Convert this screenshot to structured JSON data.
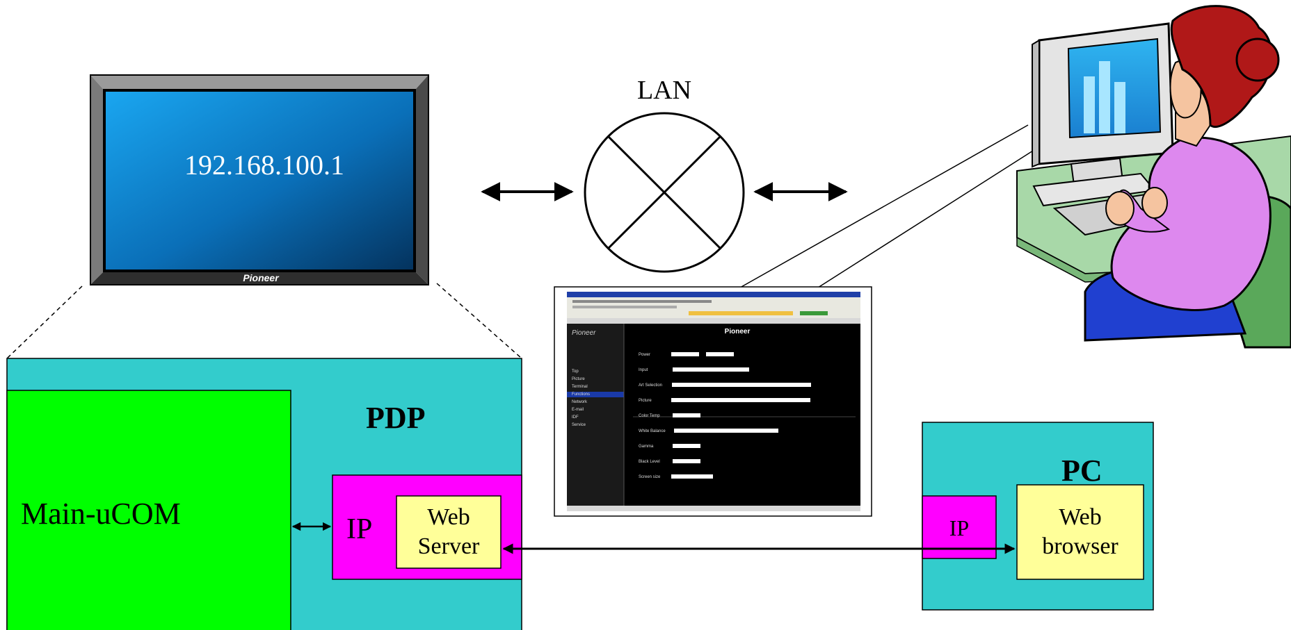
{
  "tv": {
    "ip_address": "192.168.100.1",
    "brand": "Pioneer"
  },
  "lan": {
    "label": "LAN"
  },
  "pdp": {
    "label": "PDP",
    "main_ucom": "Main-uCOM",
    "ip": "IP",
    "web_server_line1": "Web",
    "web_server_line2": "Server"
  },
  "pc": {
    "label": "PC",
    "ip": "IP",
    "web_browser_line1": "Web",
    "web_browser_line2": "browser"
  },
  "screenshot": {
    "title": "Pioneer",
    "rows": [
      "Power",
      "Input",
      "Art Selection",
      "Picture",
      "Color Temp",
      "White Balance",
      "Gamma",
      "Black Level",
      "Screen size"
    ],
    "menu": [
      "Top",
      "Picture",
      "Terminal",
      "Functions",
      "Network",
      "E-mail",
      "IDF",
      "Service"
    ]
  },
  "colors": {
    "teal": "#33CCCC",
    "green": "#00FF00",
    "magenta": "#FF00FF",
    "light_yellow": "#FFFF99",
    "screen_blue": "#1E90E6"
  }
}
